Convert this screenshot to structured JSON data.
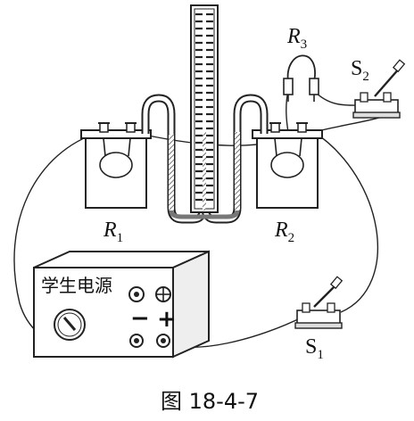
{
  "labels": {
    "r1": {
      "letter": "R",
      "sub": "1"
    },
    "r2": {
      "letter": "R",
      "sub": "2"
    },
    "r3": {
      "letter": "R",
      "sub": "3"
    },
    "s1": {
      "letter": "S",
      "sub": "1"
    },
    "s2": {
      "letter": "S",
      "sub": "2"
    }
  },
  "power_supply": {
    "name": "学生电源",
    "minus": "−",
    "plus": "+"
  },
  "caption": "图 18-4-7"
}
